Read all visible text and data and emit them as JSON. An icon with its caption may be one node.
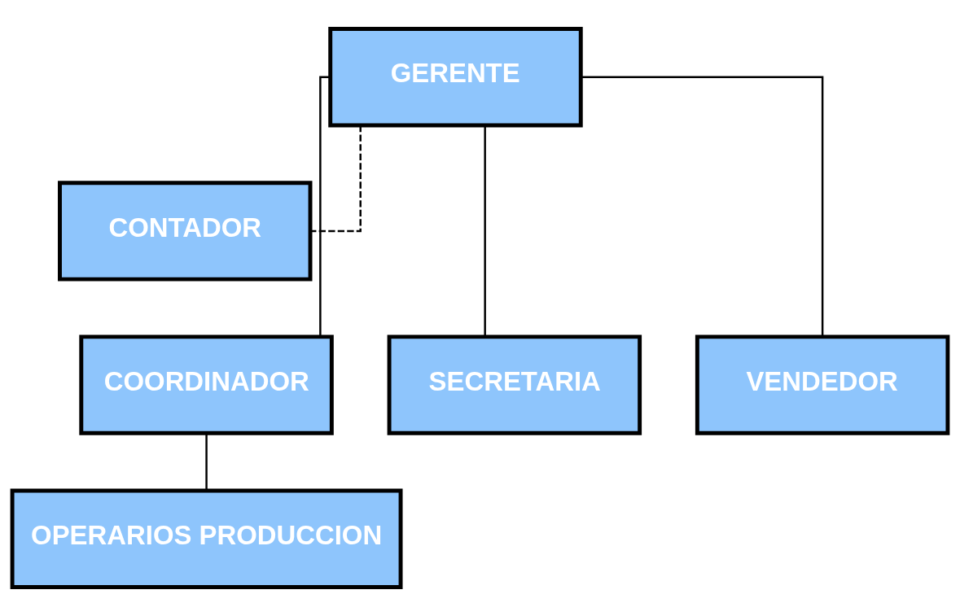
{
  "diagram": {
    "nodes": [
      {
        "text": [
          "GERENTE"
        ]
      },
      {
        "text": [
          "CONTADOR"
        ]
      },
      {
        "text": [
          "COORDINADOR"
        ]
      },
      {
        "text": [
          "SECRETARIA"
        ]
      },
      {
        "text": [
          "VENDEDOR"
        ]
      },
      {
        "text": [
          "OPERARIOS PRODUCCION"
        ]
      }
    ],
    "edges": [
      {
        "from": 0,
        "to": 1,
        "arrow": "none",
        "style": "dashed"
      },
      {
        "from": 0,
        "to": 2,
        "arrow": "none"
      },
      {
        "from": 0,
        "to": 3,
        "arrow": "none"
      },
      {
        "from": 0,
        "to": 4,
        "arrow": "none"
      },
      {
        "from": 2,
        "to": 5,
        "arrow": "none"
      }
    ]
  }
}
